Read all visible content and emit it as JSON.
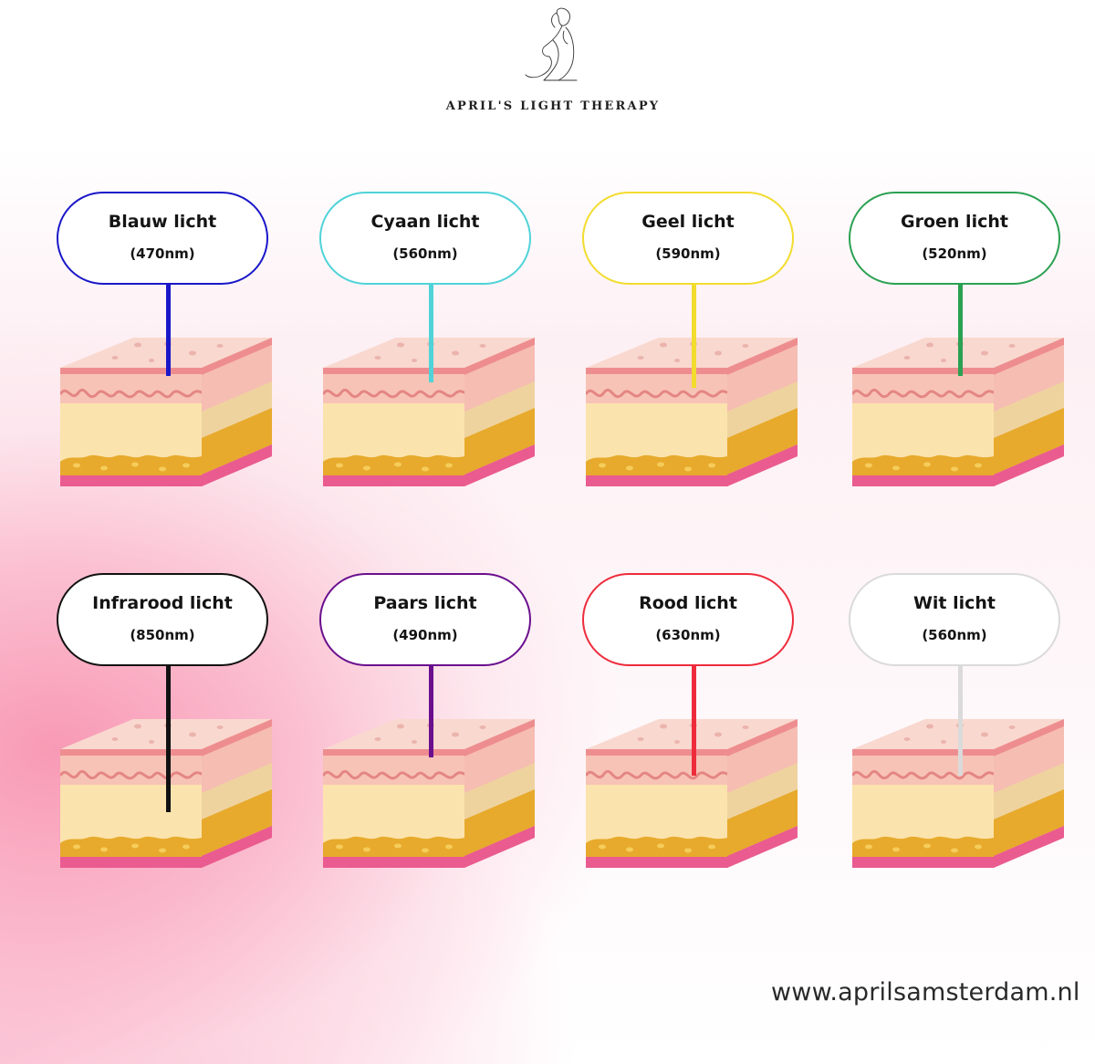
{
  "brand": {
    "name": "APRIL'S LIGHT THERAPY",
    "logo": "woman-line-art-icon"
  },
  "lights": [
    {
      "name": "Blauw licht",
      "wavelength": "(470nm)",
      "color": "#1a17c9",
      "depth": 0.3
    },
    {
      "name": "Cyaan licht",
      "wavelength": "(560nm)",
      "color": "#4fd3d8",
      "depth": 0.55
    },
    {
      "name": "Geel licht",
      "wavelength": "(590nm)",
      "color": "#f2dc2e",
      "depth": 0.75
    },
    {
      "name": "Groen licht",
      "wavelength": "(520nm)",
      "color": "#2aa152",
      "depth": 0.3
    },
    {
      "name": "Infrarood licht",
      "wavelength": "(850nm)",
      "color": "#111111",
      "depth": 2.5
    },
    {
      "name": "Paars licht",
      "wavelength": "(490nm)",
      "color": "#6a0f8e",
      "depth": 0.3
    },
    {
      "name": "Rood licht",
      "wavelength": "(630nm)",
      "color": "#ee2b3b",
      "depth": 1.0
    },
    {
      "name": "Wit licht",
      "wavelength": "(560nm)",
      "color": "#dadada",
      "depth": 1.0
    }
  ],
  "footer": {
    "website": "www.aprilsamsterdam.nl"
  }
}
